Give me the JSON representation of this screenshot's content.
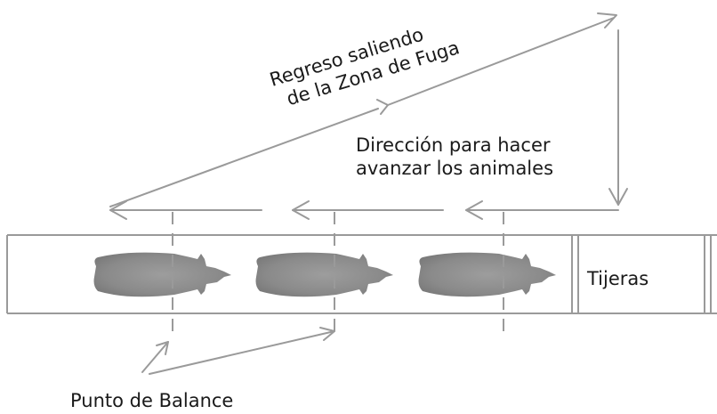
{
  "diagram": {
    "return_label": {
      "line1": "Regreso saliendo",
      "line2": "de la Zona de Fuga"
    },
    "direction_label": {
      "line1": "Dirección para hacer",
      "line2": "avanzar los animales"
    },
    "balance_point_label": "Punto de Balance",
    "chute_label": "Tijeras",
    "animals": [
      "animal-1",
      "animal-2",
      "animal-3"
    ],
    "colors": {
      "lines": "#9a9a9a",
      "animal_fill": "#8c8c8c",
      "text": "#1a1a1a"
    }
  }
}
